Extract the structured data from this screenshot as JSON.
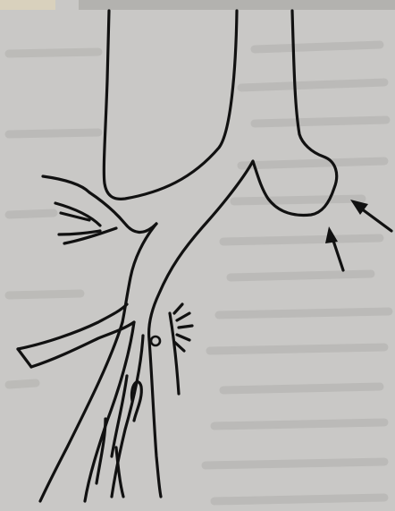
{
  "figure": {
    "kind": "line-drawing",
    "subject": "vessel-bifurcation-sketch",
    "ink_color": "#111111",
    "paper_color": "#c9c8c6",
    "show_through_color": "#b4b3b0"
  },
  "annotations": [
    {
      "name": "arrow-upper",
      "icon": "arrow-icon"
    },
    {
      "name": "arrow-lower",
      "icon": "arrow-icon"
    }
  ]
}
